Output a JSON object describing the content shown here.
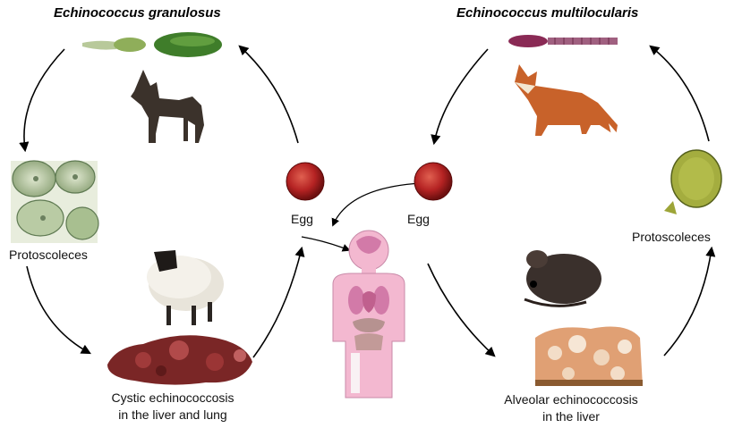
{
  "left_cycle": {
    "title": "Echinococcus granulosus",
    "protoscoleces_label": "Protoscoleces",
    "egg_label": "Egg",
    "disease_label_line1": "Cystic echinococcosis",
    "disease_label_line2": "in the liver and lung"
  },
  "right_cycle": {
    "title": "Echinococcus multilocularis",
    "protoscoleces_label": "Protoscoleces",
    "egg_label": "Egg",
    "disease_label_line1": "Alveolar echinococcosis",
    "disease_label_line2": "in the liver"
  },
  "colors": {
    "egg": "#b52323",
    "human_body": "#f3b8d0",
    "organs": "#d27aa8",
    "liver_tissue": "#8a2e2e",
    "alveolar_tissue": "#e0a074",
    "cyst_green": "#9ab27a",
    "arrow": "#000000"
  }
}
